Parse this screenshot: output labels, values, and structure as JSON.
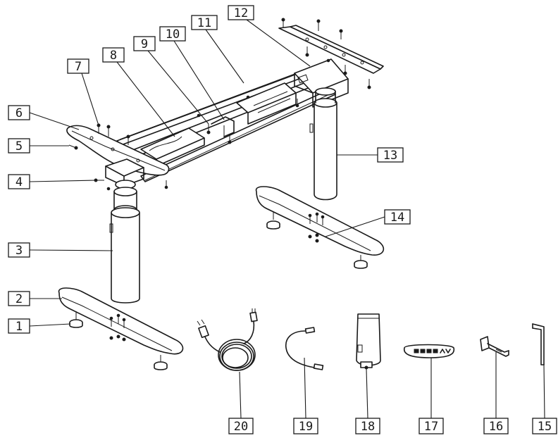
{
  "callouts": [
    {
      "id": "c1",
      "number": "1"
    },
    {
      "id": "c2",
      "number": "2"
    },
    {
      "id": "c3",
      "number": "3"
    },
    {
      "id": "c4",
      "number": "4"
    },
    {
      "id": "c5",
      "number": "5"
    },
    {
      "id": "c6",
      "number": "6"
    },
    {
      "id": "c7",
      "number": "7"
    },
    {
      "id": "c8",
      "number": "8"
    },
    {
      "id": "c9",
      "number": "9"
    },
    {
      "id": "c10",
      "number": "10"
    },
    {
      "id": "c11",
      "number": "11"
    },
    {
      "id": "c12",
      "number": "12"
    },
    {
      "id": "c13",
      "number": "13"
    },
    {
      "id": "c14",
      "number": "14"
    },
    {
      "id": "c15",
      "number": "15"
    },
    {
      "id": "c16",
      "number": "16"
    },
    {
      "id": "c17",
      "number": "17"
    },
    {
      "id": "c18",
      "number": "18"
    },
    {
      "id": "c19",
      "number": "19"
    },
    {
      "id": "c20",
      "number": "20"
    }
  ],
  "colors": {
    "line": "#1a1a1a",
    "background": "#ffffff"
  }
}
